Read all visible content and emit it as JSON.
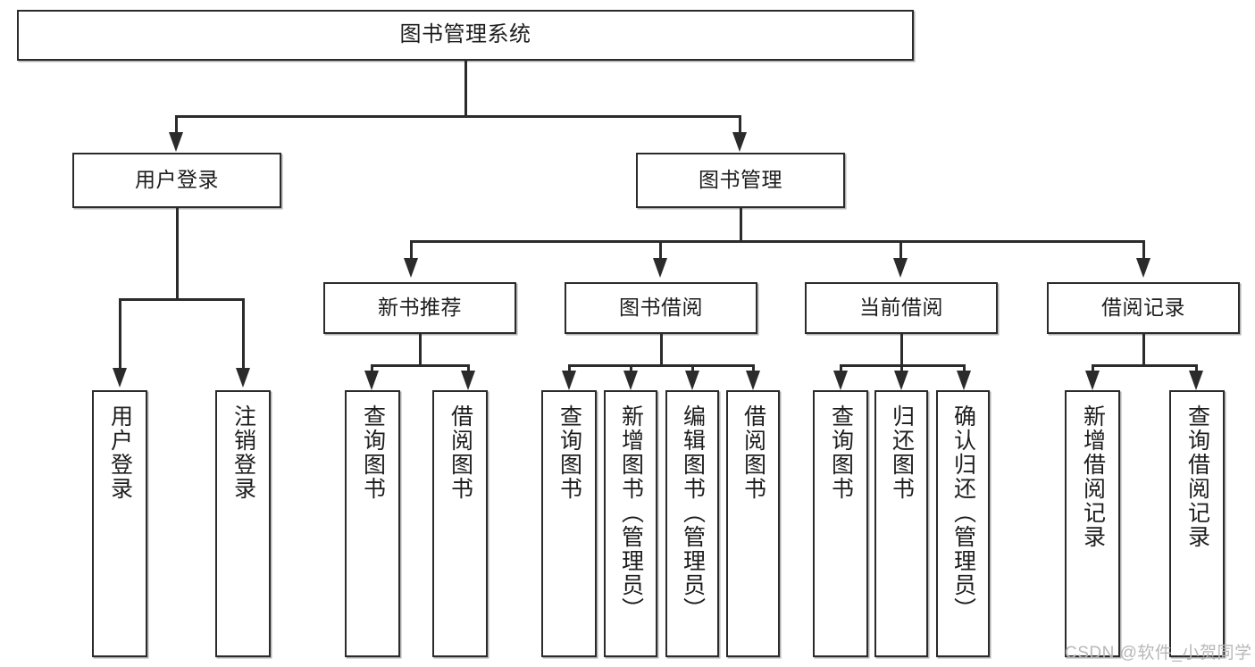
{
  "diagram": {
    "title": "图书管理系统",
    "type": "hierarchy-tree",
    "root": {
      "label": "图书管理系统"
    },
    "level2": [
      {
        "label": "用户登录"
      },
      {
        "label": "图书管理"
      }
    ],
    "level3": [
      {
        "label": "新书推荐"
      },
      {
        "label": "图书借阅"
      },
      {
        "label": "当前借阅"
      },
      {
        "label": "借阅记录"
      }
    ],
    "leaves": {
      "user_login": [
        {
          "label": "用户登录"
        },
        {
          "label": "注销登录"
        }
      ],
      "new_book_recommend": [
        {
          "label": "查询图书"
        },
        {
          "label": "借阅图书"
        }
      ],
      "book_borrow": [
        {
          "label": "查询图书"
        },
        {
          "label": "新增图书（管理员）"
        },
        {
          "label": "编辑图书（管理员）"
        },
        {
          "label": "借阅图书"
        }
      ],
      "current_borrow": [
        {
          "label": "查询图书"
        },
        {
          "label": "归还图书"
        },
        {
          "label": "确认归还（管理员）"
        }
      ],
      "borrow_record": [
        {
          "label": "新增借阅记录"
        },
        {
          "label": "查询借阅记录"
        }
      ]
    }
  },
  "watermark": {
    "text": "CSDN @软件_小贺同学"
  },
  "colors": {
    "stroke": "#2b2b2b",
    "fill": "#ffffff",
    "text": "#1d1d1d",
    "watermark": "#b8b8b8"
  }
}
